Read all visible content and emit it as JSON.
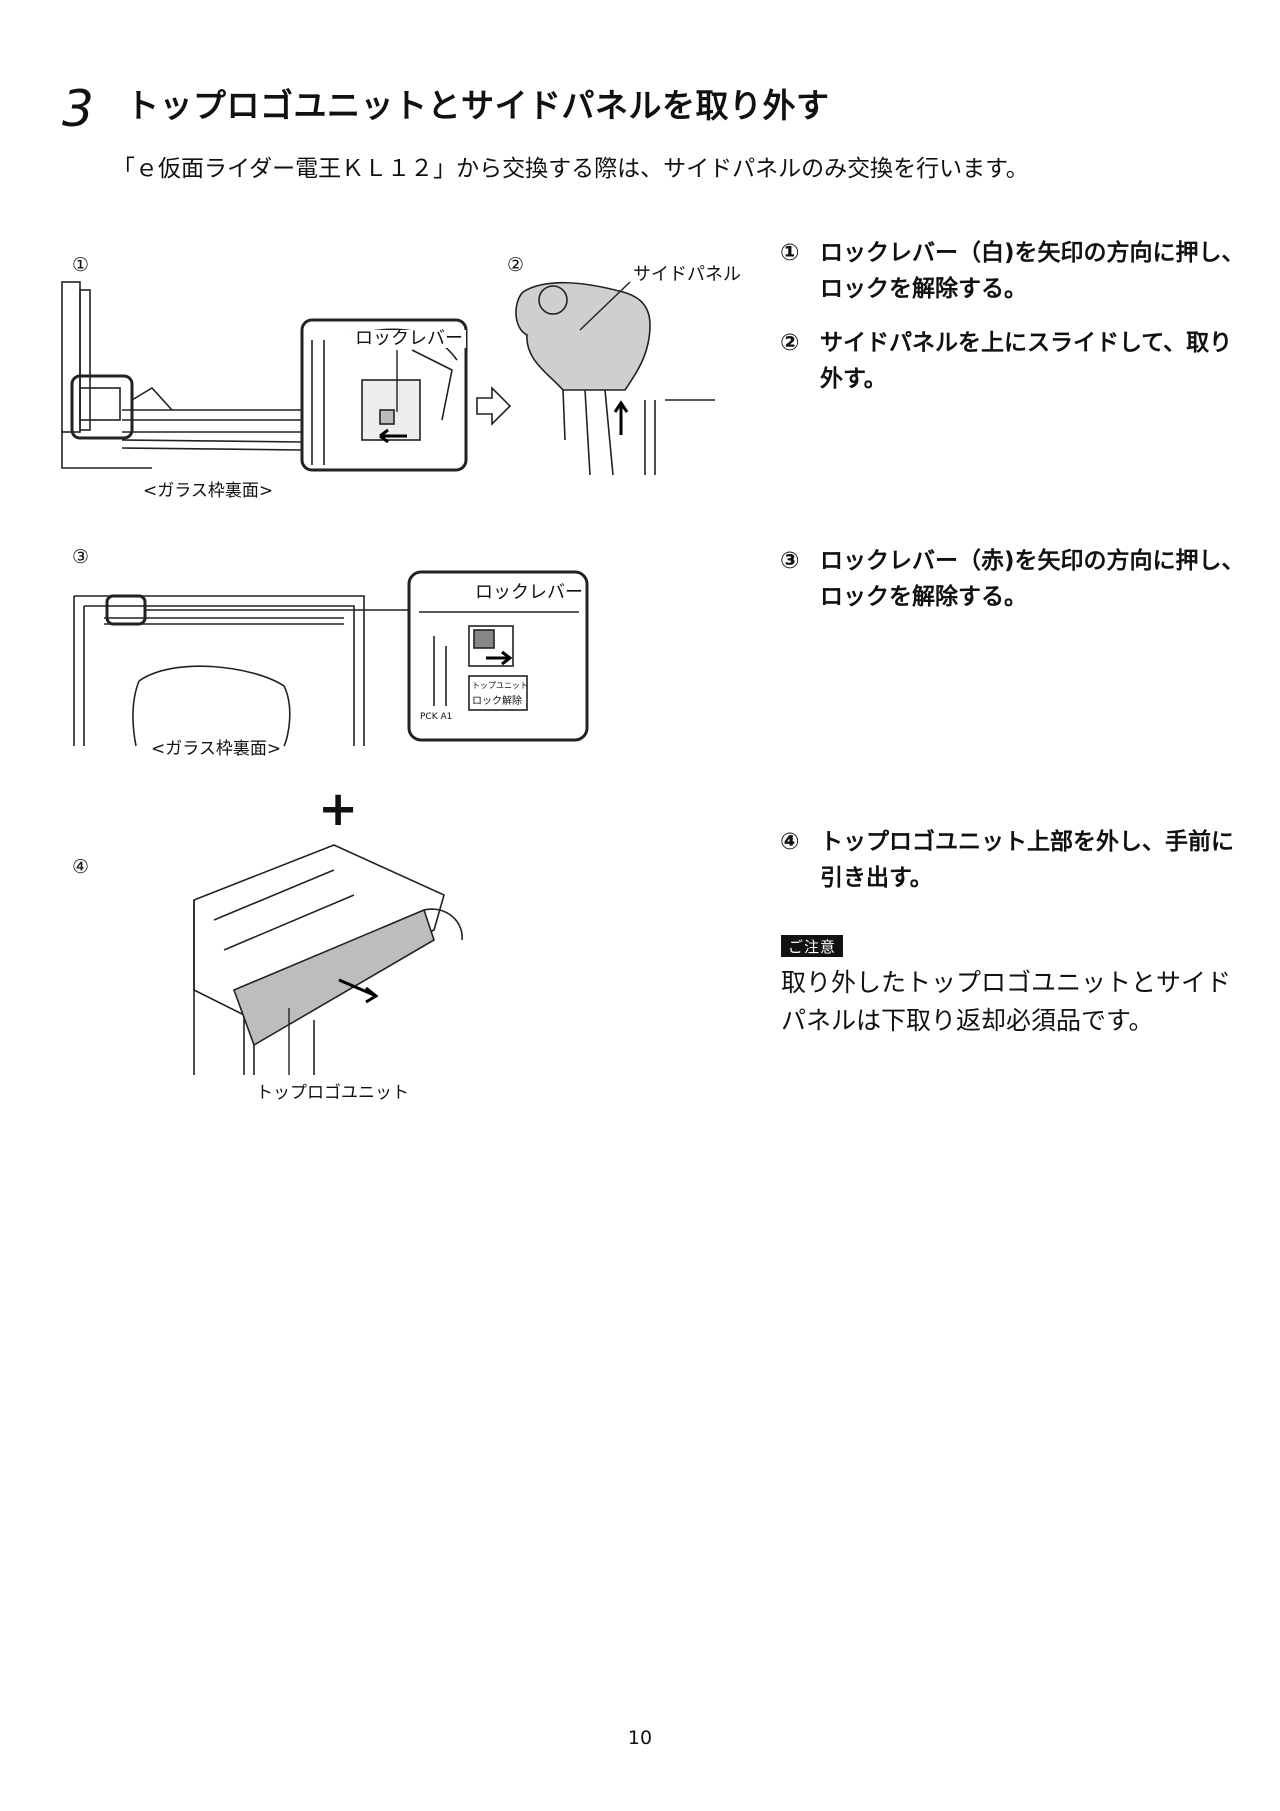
{
  "section": {
    "number": "3",
    "title": "トップロゴユニットとサイドパネルを取り外す",
    "subtitle": "「ｅ仮面ライダー電王ＫＬ１２」から交換する際は、サイドパネルのみ交換を行います。"
  },
  "figures": {
    "fig1": {
      "label": "①",
      "callout": "ロックレバー",
      "caption": "<ガラス枠裏面>"
    },
    "fig2": {
      "label": "②",
      "callout": "サイドパネル"
    },
    "fig3": {
      "label": "③",
      "callout": "ロックレバー",
      "caption": "<ガラス枠裏面>",
      "tag_small": "トップユニット",
      "tag_main": "ロック解除",
      "tag_code": "PCK A1"
    },
    "plus": "+",
    "fig4": {
      "label": "④",
      "caption": "トップロゴユニット"
    }
  },
  "instructions": [
    {
      "num": "①",
      "text": "ロックレバー（白)を矢印の方向に押し、ロックを解除する。"
    },
    {
      "num": "②",
      "text": "サイドパネルを上にスライドして、取り外す。"
    },
    {
      "num": "③",
      "text": "ロックレバー（赤)を矢印の方向に押し、ロックを解除する。"
    },
    {
      "num": "④",
      "text": "トップロゴユニット上部を外し、手前に引き出す。"
    }
  ],
  "notice": {
    "badge": "ご注意",
    "text": "取り外したトップロゴユニットとサイドパネルは下取り返却必須品です。"
  },
  "page_number": "10"
}
